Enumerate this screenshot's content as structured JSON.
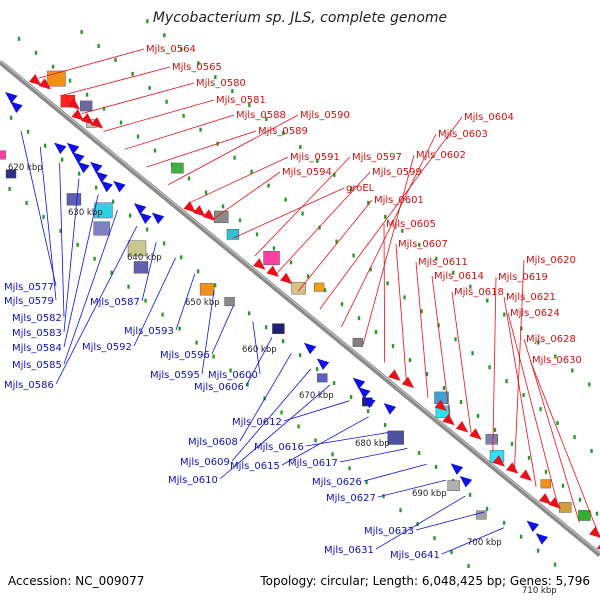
{
  "title": "Mycobacterium sp. JLS, complete genome",
  "accession": "Accession: NC_009077",
  "summary": "Topology: circular; Length: 6,048,425 bp; Genes: 5,796",
  "colors": {
    "forward": "#e8101a",
    "reverse": "#1010e0",
    "backbone": "#8a8a8a"
  },
  "ticks": [
    "620 kbp",
    "630 kbp",
    "640 kbp",
    "650 kbp",
    "660 kbp",
    "670 kbp",
    "680 kbp",
    "690 kbp",
    "700 kbp",
    "710 kbp"
  ],
  "red_labels": [
    "Mjls_0564",
    "Mjls_0565",
    "Mjls_0580",
    "Mjls_0581",
    "Mjls_0588",
    "Mjls_0589",
    "Mjls_0590",
    "Mjls_0591",
    "Mjls_0594",
    "groEL",
    "Mjls_0597",
    "Mjls_0599",
    "Mjls_0601",
    "Mjls_0604",
    "Mjls_0603",
    "Mjls_0602",
    "Mjls_0605",
    "Mjls_0607",
    "Mjls_0611",
    "Mjls_0614",
    "Mjls_0618",
    "Mjls_0619",
    "Mjls_0620",
    "Mjls_0621",
    "Mjls_0624",
    "Mjls_0628",
    "Mjls_0630"
  ],
  "blue_labels": [
    "Mjls_0577",
    "Mjls_0579",
    "Mjls_0582",
    "Mjls_0583",
    "Mjls_0584",
    "Mjls_0585",
    "Mjls_0586",
    "Mjls_0587",
    "Mjls_0592",
    "Mjls_0593",
    "Mjls_0595",
    "Mjls_0596",
    "Mjls_0600",
    "Mjls_0606",
    "Mjls_0608",
    "Mjls_0609",
    "Mjls_0610",
    "Mjls_0612",
    "Mjls_0615",
    "Mjls_0616",
    "Mjls_0617",
    "Mjls_0626",
    "Mjls_0627",
    "Mjls_0631",
    "Mjls_0633",
    "Mjls_0641"
  ]
}
